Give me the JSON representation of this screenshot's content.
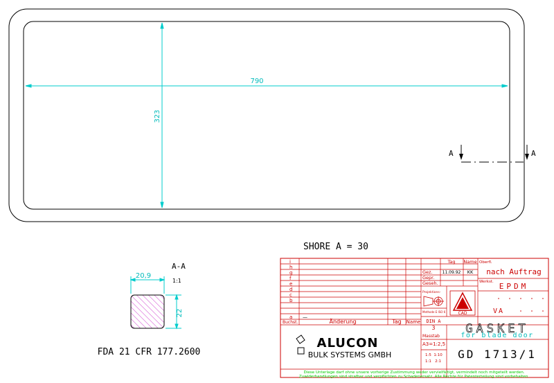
{
  "dims": {
    "width": "790",
    "height": "323",
    "profile_w": "20,9",
    "profile_h": "22"
  },
  "section": {
    "marker": "A",
    "title": "A-A",
    "scale": "1:1"
  },
  "notes": {
    "shore": "SHORE A = 30",
    "fda": "FDA 21 CFR 177.2600"
  },
  "revision": {
    "letters": [
      "i",
      "h",
      "g",
      "f",
      "e",
      "d",
      "c",
      "b",
      "a"
    ],
    "first_entry": "—",
    "header": {
      "index": "Buchst.",
      "change": "Änderung",
      "date": "Tag",
      "name": "Name"
    }
  },
  "signoff": {
    "col_date": "Tag",
    "col_name": "Name",
    "drawn": "Gez.",
    "drawn_date": "11.09.92",
    "drawn_name": "KK",
    "checked": "Gepr.",
    "seen": "Geseh."
  },
  "titleblock": {
    "surface_label": "Oberfl.",
    "surface": "nach Auftrag",
    "material_label": "Werkst.",
    "material": "EPDM",
    "va": "VA",
    "projection_label": "Projektions-",
    "method_label": "Methode E ISO 6",
    "din": "DIN A",
    "din_num": "3",
    "scale_label": "Masstab",
    "scale": "A3=1:2,5",
    "scale_rows": [
      "1:5  1:10",
      "1:1   2:1"
    ],
    "cad": "CAD",
    "title": "GASKET",
    "subtitle": "for blade door",
    "number": "GD 1713/1",
    "company": "ALUCON",
    "company_sub": "BULK SYSTEMS GMBH",
    "disclaimer_1": "Diese Unterlage darf ohne unsere vorherige Zustimmung weder vervielfältigt, vermindelt noch mitgeteilt werden.",
    "disclaimer_2": "Zuwiderhandlungen sind strafbar und verpflichten zu Schadenersatz. Alle Rechte für Patenterteilung sind vorbehalten."
  },
  "colors": {
    "outline": "#000000",
    "dimension": "#00cccc",
    "hatch": "#cc33cc",
    "table_lines": "#cc0000",
    "green_text": "#00cc00",
    "cyan_text": "#00bbbb"
  }
}
